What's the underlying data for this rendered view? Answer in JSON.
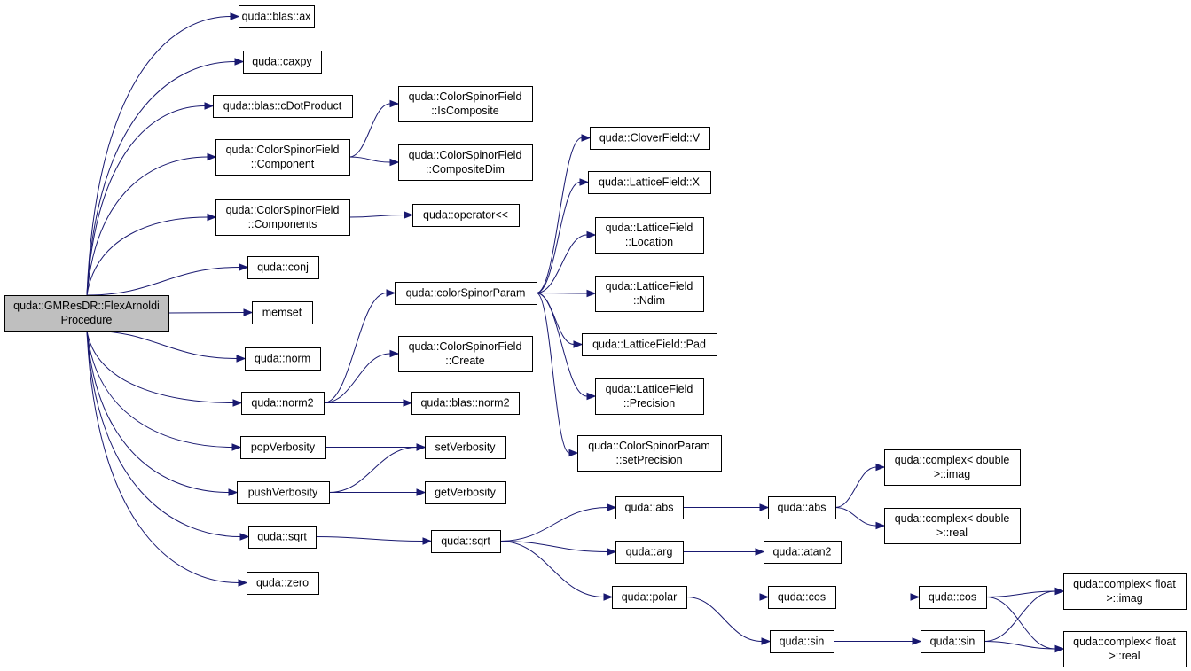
{
  "diagram": {
    "nodes": [
      {
        "id": "root",
        "lines": [
          "quda::GMResDR::FlexArnoldi",
          "Procedure"
        ],
        "root": true
      },
      {
        "id": "ax",
        "lines": [
          "quda::blas::ax"
        ]
      },
      {
        "id": "caxpy",
        "lines": [
          "quda::caxpy"
        ]
      },
      {
        "id": "cdot",
        "lines": [
          "quda::blas::cDotProduct"
        ]
      },
      {
        "id": "component",
        "lines": [
          "quda::ColorSpinorField",
          "::Component"
        ]
      },
      {
        "id": "components",
        "lines": [
          "quda::ColorSpinorField",
          "::Components"
        ]
      },
      {
        "id": "conj",
        "lines": [
          "quda::conj"
        ]
      },
      {
        "id": "memset",
        "lines": [
          "memset"
        ]
      },
      {
        "id": "norm",
        "lines": [
          "quda::norm"
        ]
      },
      {
        "id": "norm2",
        "lines": [
          "quda::norm2"
        ]
      },
      {
        "id": "popverb",
        "lines": [
          "popVerbosity"
        ]
      },
      {
        "id": "pushverb",
        "lines": [
          "pushVerbosity"
        ]
      },
      {
        "id": "sqrt1",
        "lines": [
          "quda::sqrt"
        ]
      },
      {
        "id": "zero",
        "lines": [
          "quda::zero"
        ]
      },
      {
        "id": "iscomposite",
        "lines": [
          "quda::ColorSpinorField",
          "::IsComposite"
        ]
      },
      {
        "id": "compositedim",
        "lines": [
          "quda::ColorSpinorField",
          "::CompositeDim"
        ]
      },
      {
        "id": "oplt",
        "lines": [
          "quda::operator<<"
        ]
      },
      {
        "id": "csparam",
        "lines": [
          "quda::colorSpinorParam"
        ]
      },
      {
        "id": "create",
        "lines": [
          "quda::ColorSpinorField",
          "::Create"
        ]
      },
      {
        "id": "blasnorm2",
        "lines": [
          "quda::blas::norm2"
        ]
      },
      {
        "id": "setverb",
        "lines": [
          "setVerbosity"
        ]
      },
      {
        "id": "getverb",
        "lines": [
          "getVerbosity"
        ]
      },
      {
        "id": "sqrt2",
        "lines": [
          "quda::sqrt"
        ]
      },
      {
        "id": "cloverv",
        "lines": [
          "quda::CloverField::V"
        ]
      },
      {
        "id": "latx",
        "lines": [
          "quda::LatticeField::X"
        ]
      },
      {
        "id": "location",
        "lines": [
          "quda::LatticeField",
          "::Location"
        ]
      },
      {
        "id": "ndim",
        "lines": [
          "quda::LatticeField",
          "::Ndim"
        ]
      },
      {
        "id": "pad",
        "lines": [
          "quda::LatticeField::Pad"
        ]
      },
      {
        "id": "precision",
        "lines": [
          "quda::LatticeField",
          "::Precision"
        ]
      },
      {
        "id": "setprec",
        "lines": [
          "quda::ColorSpinorParam",
          "::setPrecision"
        ]
      },
      {
        "id": "abs1",
        "lines": [
          "quda::abs"
        ]
      },
      {
        "id": "arg",
        "lines": [
          "quda::arg"
        ]
      },
      {
        "id": "polar",
        "lines": [
          "quda::polar"
        ]
      },
      {
        "id": "abs2",
        "lines": [
          "quda::abs"
        ]
      },
      {
        "id": "atan2",
        "lines": [
          "quda::atan2"
        ]
      },
      {
        "id": "cos1",
        "lines": [
          "quda::cos"
        ]
      },
      {
        "id": "sin1",
        "lines": [
          "quda::sin"
        ]
      },
      {
        "id": "cos2",
        "lines": [
          "quda::cos"
        ]
      },
      {
        "id": "sin2",
        "lines": [
          "quda::sin"
        ]
      },
      {
        "id": "cdimag",
        "lines": [
          "quda::complex< double",
          ">::imag"
        ]
      },
      {
        "id": "cdreal",
        "lines": [
          "quda::complex< double",
          ">::real"
        ]
      },
      {
        "id": "cfimag",
        "lines": [
          "quda::complex< float",
          ">::imag"
        ]
      },
      {
        "id": "cfreal",
        "lines": [
          "quda::complex< float",
          ">::real"
        ]
      }
    ],
    "edges": [
      [
        "root",
        "ax"
      ],
      [
        "root",
        "caxpy"
      ],
      [
        "root",
        "cdot"
      ],
      [
        "root",
        "component"
      ],
      [
        "root",
        "components"
      ],
      [
        "root",
        "conj"
      ],
      [
        "root",
        "memset"
      ],
      [
        "root",
        "norm"
      ],
      [
        "root",
        "norm2"
      ],
      [
        "root",
        "popverb"
      ],
      [
        "root",
        "pushverb"
      ],
      [
        "root",
        "sqrt1"
      ],
      [
        "root",
        "zero"
      ],
      [
        "component",
        "iscomposite"
      ],
      [
        "component",
        "compositedim"
      ],
      [
        "components",
        "oplt"
      ],
      [
        "norm2",
        "csparam"
      ],
      [
        "norm2",
        "create"
      ],
      [
        "norm2",
        "blasnorm2"
      ],
      [
        "popverb",
        "setverb"
      ],
      [
        "pushverb",
        "setverb"
      ],
      [
        "pushverb",
        "getverb"
      ],
      [
        "sqrt1",
        "sqrt2"
      ],
      [
        "csparam",
        "cloverv"
      ],
      [
        "csparam",
        "latx"
      ],
      [
        "csparam",
        "location"
      ],
      [
        "csparam",
        "ndim"
      ],
      [
        "csparam",
        "pad"
      ],
      [
        "csparam",
        "precision"
      ],
      [
        "csparam",
        "setprec"
      ],
      [
        "sqrt2",
        "abs1"
      ],
      [
        "sqrt2",
        "arg"
      ],
      [
        "sqrt2",
        "polar"
      ],
      [
        "abs1",
        "abs2"
      ],
      [
        "abs2",
        "cdimag"
      ],
      [
        "abs2",
        "cdreal"
      ],
      [
        "arg",
        "atan2"
      ],
      [
        "polar",
        "cos1"
      ],
      [
        "polar",
        "sin1"
      ],
      [
        "cos1",
        "cos2"
      ],
      [
        "sin1",
        "sin2"
      ],
      [
        "cos2",
        "cfimag"
      ],
      [
        "cos2",
        "cfreal"
      ],
      [
        "sin2",
        "cfimag"
      ],
      [
        "sin2",
        "cfreal"
      ]
    ]
  }
}
